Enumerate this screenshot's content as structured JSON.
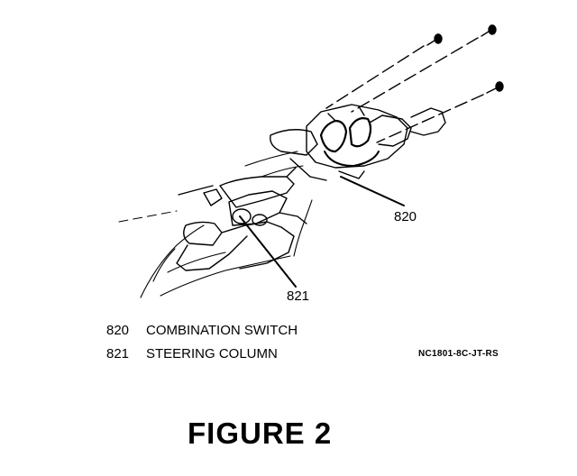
{
  "callouts": {
    "combination_switch": "820",
    "steering_column": "821"
  },
  "legend": [
    {
      "number": "820",
      "label": "COMBINATION SWITCH"
    },
    {
      "number": "821",
      "label": "STEERING COLUMN"
    }
  ],
  "reference_code": "NC1801-8C-JT-RS",
  "figure_title": "FIGURE 2"
}
